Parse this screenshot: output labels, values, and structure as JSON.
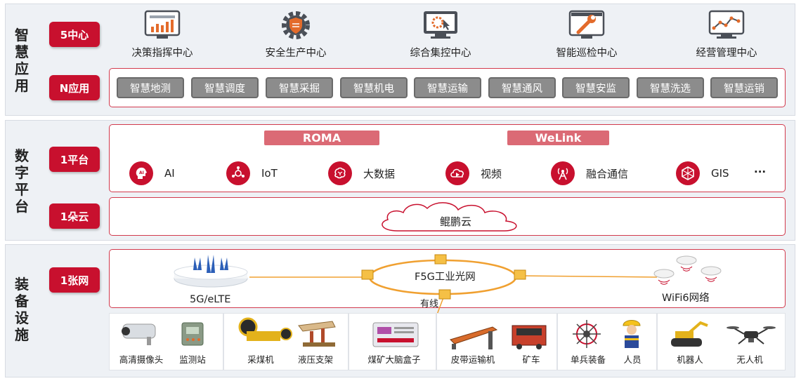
{
  "layers": {
    "app": {
      "title": [
        "智",
        "慧",
        "应",
        "用"
      ],
      "tag_centers": "5中心",
      "tag_apps": "N应用"
    },
    "platform": {
      "title": [
        "数",
        "字",
        "平",
        "台"
      ],
      "tag_platform": "1平台",
      "tag_cloud": "1朵云"
    },
    "device": {
      "title": [
        "装",
        "备",
        "设",
        "施"
      ],
      "tag_network": "1张网"
    }
  },
  "centers": [
    {
      "label": "决策指挥中心",
      "icon": "dashboard-chart-icon"
    },
    {
      "label": "安全生产中心",
      "icon": "gear-shield-icon"
    },
    {
      "label": "综合集控中心",
      "icon": "monitor-cursor-icon"
    },
    {
      "label": "智能巡检中心",
      "icon": "wrench-screen-icon"
    },
    {
      "label": "经营管理中心",
      "icon": "line-chart-icon"
    }
  ],
  "apps": [
    "智慧地测",
    "智慧调度",
    "智慧采掘",
    "智慧机电",
    "智慧运输",
    "智慧通风",
    "智慧安监",
    "智慧洗选",
    "智慧运销"
  ],
  "middleware": {
    "roma": "ROMA",
    "welink": "WeLink"
  },
  "capabilities": [
    {
      "label": "AI",
      "icon": "ai-head-icon"
    },
    {
      "label": "IoT",
      "icon": "iot-network-icon"
    },
    {
      "label": "大数据",
      "icon": "brain-data-icon"
    },
    {
      "label": "视频",
      "icon": "video-cloud-icon"
    },
    {
      "label": "融合通信",
      "icon": "antenna-icon"
    },
    {
      "label": "GIS",
      "icon": "gis-hex-icon"
    }
  ],
  "capabilities_more": "···",
  "cloud_label": "鲲鹏云",
  "network": {
    "lte_label": "5G/eLTE",
    "f5g_label": "F5G工业光网",
    "wired_label": "有线",
    "wifi_label": "WiFi6网络"
  },
  "devices": [
    {
      "label": "高清摄像头",
      "icon": "camera-icon"
    },
    {
      "label": "监测站",
      "icon": "monitor-station-icon"
    },
    {
      "label": "采煤机",
      "icon": "shearer-icon"
    },
    {
      "label": "液压支架",
      "icon": "hydraulic-support-icon"
    },
    {
      "label": "煤矿大脑盒子",
      "icon": "brain-box-icon"
    },
    {
      "label": "皮带运输机",
      "icon": "belt-conveyor-icon"
    },
    {
      "label": "矿车",
      "icon": "mine-car-icon"
    },
    {
      "label": "单兵装备",
      "icon": "soldier-gear-icon"
    },
    {
      "label": "人员",
      "icon": "worker-icon"
    },
    {
      "label": "机器人",
      "icon": "robot-icon"
    },
    {
      "label": "无人机",
      "icon": "drone-icon"
    }
  ],
  "colors": {
    "brand_red": "#c8102e",
    "bar_red": "#db6a75",
    "gray_button": "#8c8c8c",
    "fiber_orange": "#f0a030"
  }
}
